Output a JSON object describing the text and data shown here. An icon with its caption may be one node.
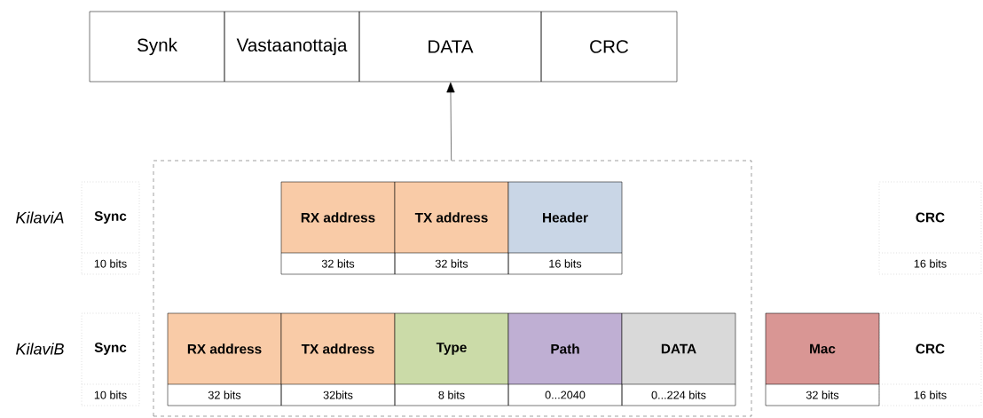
{
  "diagram": {
    "nodes": [
      {
        "text": [
          "Synk"
        ]
      },
      {
        "text": [
          "Vastaanottaja"
        ]
      },
      {
        "text": [
          "DATA"
        ]
      },
      {
        "text": [
          "CRC"
        ]
      },
      {
        "text": [],
        "shape": "box"
      },
      {
        "text": [
          "Sync",
          "10 bits"
        ]
      },
      {
        "text": [
          "RX address",
          "32 bits"
        ],
        "in": 4
      },
      {
        "text": [
          "TX address",
          "32 bits"
        ],
        "in": 4
      },
      {
        "text": [
          "Header",
          "16 bits"
        ],
        "in": 4
      },
      {
        "text": [
          "CRC",
          "16 bits"
        ]
      },
      {
        "text": [
          "Sync",
          "10 bits"
        ]
      },
      {
        "text": [
          "RX address",
          "32 bits"
        ],
        "in": 4
      },
      {
        "text": [
          "TX address",
          "32bits"
        ],
        "in": 4
      },
      {
        "text": [
          "Type",
          "8 bits"
        ],
        "in": 4
      },
      {
        "text": [
          "Path",
          "0...2040"
        ],
        "in": 4
      },
      {
        "text": [
          "DATA",
          "0...224 bits"
        ],
        "in": 4
      },
      {
        "text": [
          "Mac",
          "32 bits"
        ]
      },
      {
        "text": [
          "CRC",
          "16 bits"
        ]
      }
    ],
    "edges": [
      {
        "from": 4,
        "to": 2,
        "arrow": "to"
      }
    ],
    "labels": [
      "KilaviA",
      "KilaviB"
    ]
  }
}
